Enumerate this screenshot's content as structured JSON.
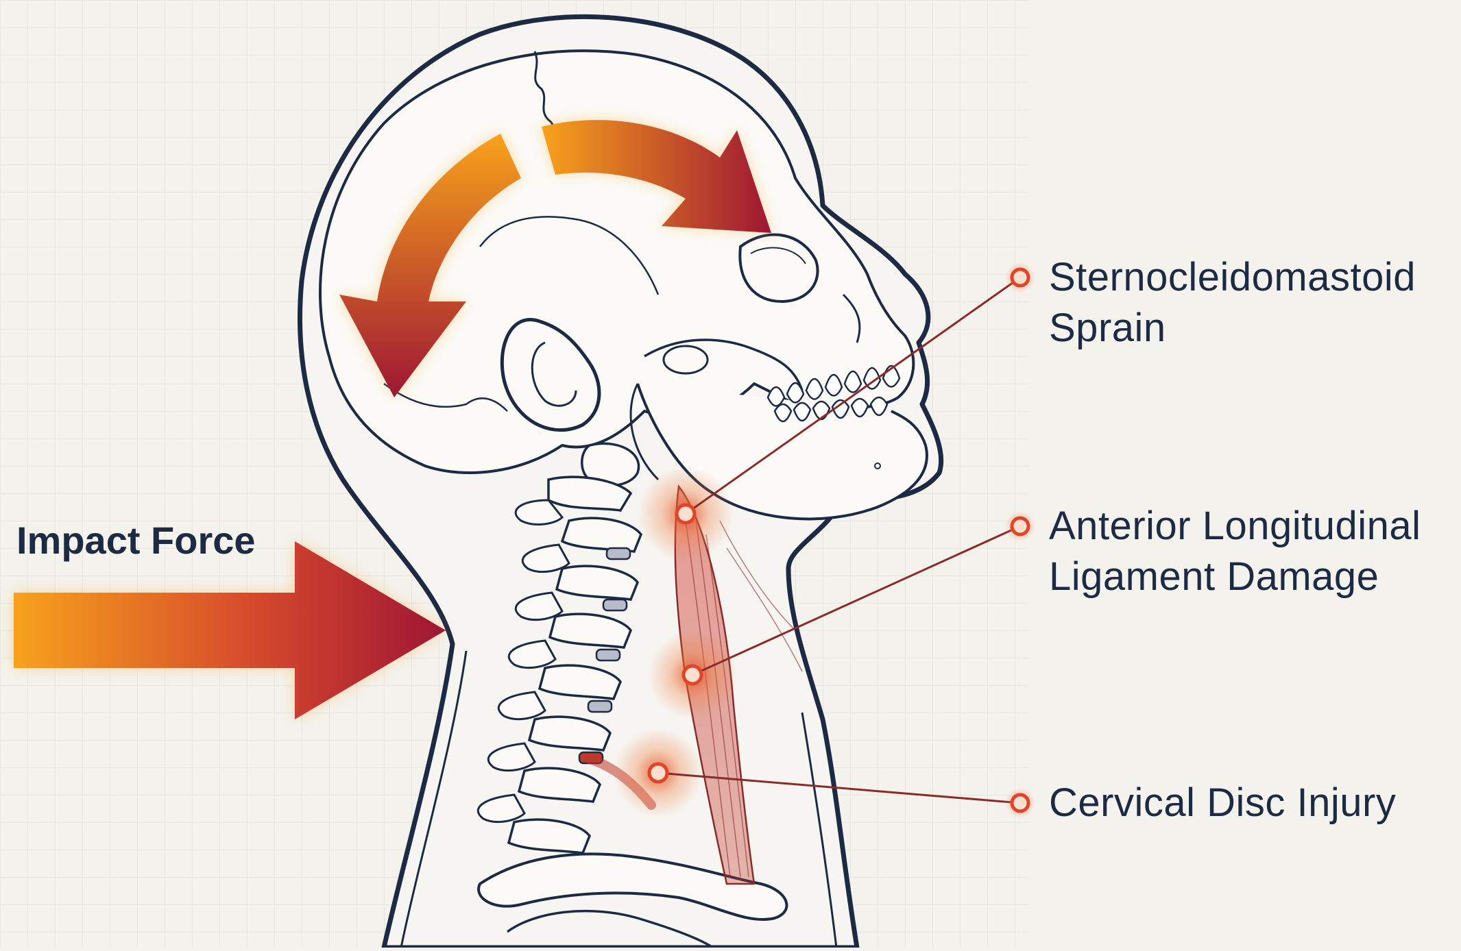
{
  "impact": {
    "label": "Impact Force"
  },
  "callouts": [
    {
      "lines": [
        "Sternocleidomastoid",
        "Sprain"
      ]
    },
    {
      "lines": [
        "Anterior Longitudinal",
        "Ligament Damage"
      ]
    },
    {
      "lines": [
        "Cervical Disc Injury"
      ]
    }
  ],
  "colors": {
    "background": "#f4f2ed",
    "grid": "#dcdad4",
    "outline": "#1d2a44",
    "arrow_start": "#f7a21c",
    "arrow_end": "#9e1634",
    "injury": "#e0452b"
  }
}
